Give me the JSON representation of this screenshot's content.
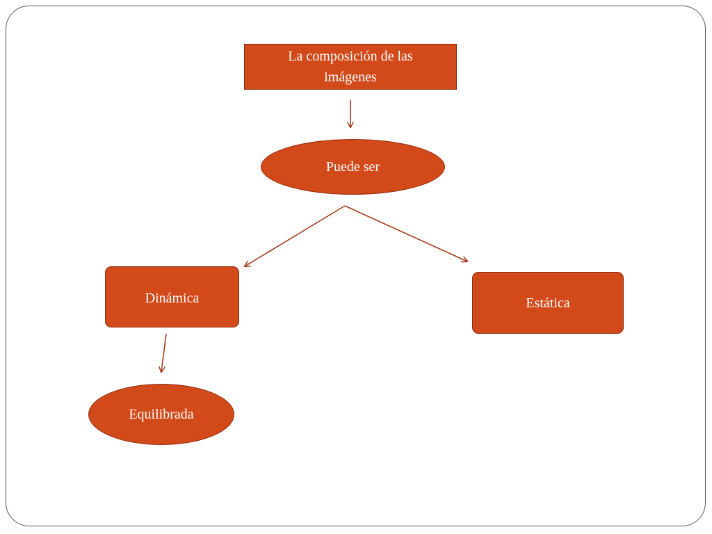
{
  "diagram": {
    "nodes": {
      "title": "La composición de las imágenes",
      "puede_ser": "Puede ser",
      "dinamica": "Dinámica",
      "estatica": "Estática",
      "equilibrada": "Equilibrada"
    },
    "edges": [
      {
        "from": "title",
        "to": "puede_ser"
      },
      {
        "from": "puede_ser",
        "to": "dinamica"
      },
      {
        "from": "puede_ser",
        "to": "estatica"
      },
      {
        "from": "dinamica",
        "to": "equilibrada"
      }
    ],
    "colors": {
      "node_fill": "#d24a1a",
      "node_border": "#8e2c10",
      "arrow": "#a33a1b",
      "text": "#ffffff",
      "frame": "#555555"
    }
  }
}
